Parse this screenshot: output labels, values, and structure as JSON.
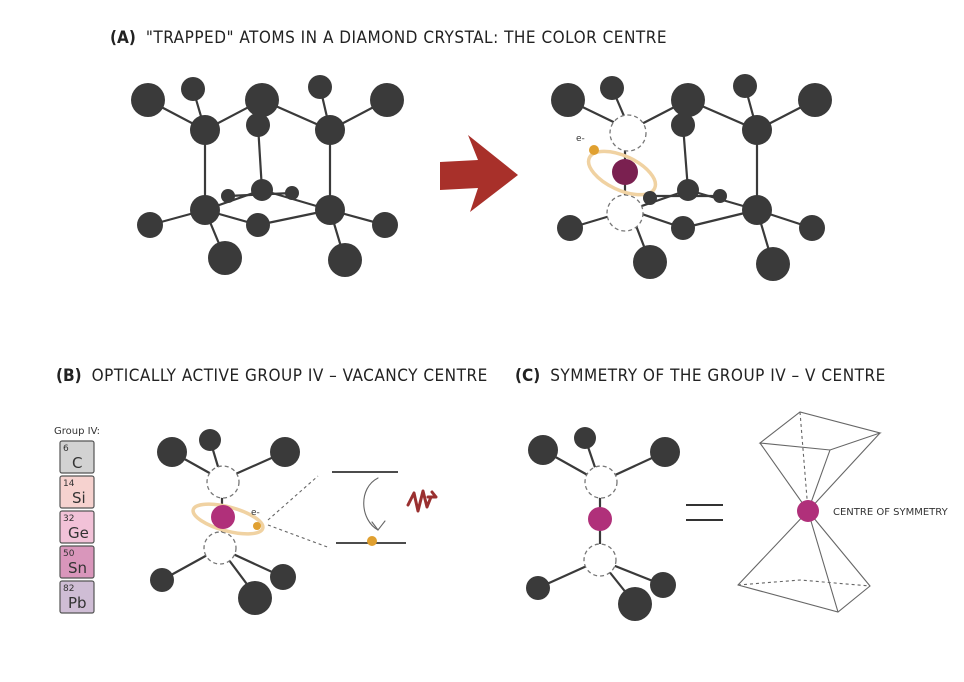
{
  "panel_a": {
    "letter": "(A)",
    "title": "\"TRAPPED\" ATOMS IN A DIAMOND CRYSTAL: THE COLOR CENTRE",
    "electron_label": "e-"
  },
  "panel_b": {
    "letter": "(B)",
    "title": "OPTICALLY ACTIVE GROUP IV – VACANCY CENTRE",
    "group_label": "Group IV:",
    "electron_label": "e-",
    "elements": [
      {
        "number": "6",
        "symbol": "C",
        "color": "#d2d2d2"
      },
      {
        "number": "14",
        "symbol": "Si",
        "color": "#f6d2cf"
      },
      {
        "number": "32",
        "symbol": "Ge",
        "color": "#f2c2d8"
      },
      {
        "number": "50",
        "symbol": "Sn",
        "color": "#d996bb"
      },
      {
        "number": "82",
        "symbol": "Pb",
        "color": "#cfbdd5"
      }
    ]
  },
  "panel_c": {
    "letter": "(C)",
    "title": "SYMMETRY OF THE GROUP IV – V CENTRE",
    "centre_label": "CENTRE OF SYMMETRY"
  },
  "colors": {
    "carbon": "#3a3a3a",
    "impurity_dark": "#7a2050",
    "impurity": "#b0307a",
    "electron": "#e0a030",
    "orbit": "#f0d2a2",
    "arrow": "#a8302a",
    "photon": "#9a3030"
  }
}
